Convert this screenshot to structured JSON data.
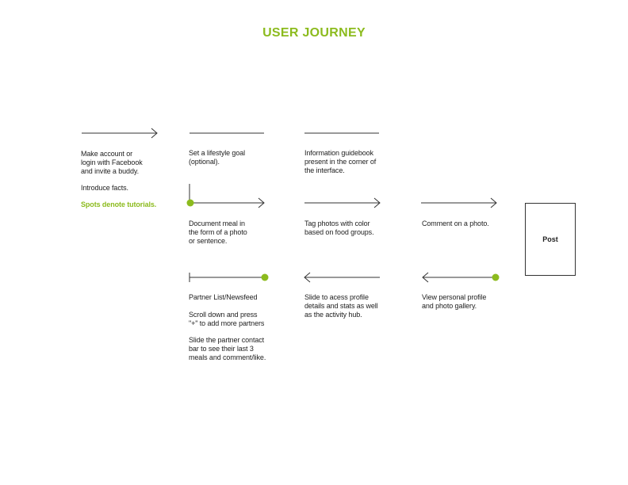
{
  "title": "USER JOURNEY",
  "colors": {
    "accent": "#8cbb1e",
    "line": "#333333",
    "text": "#222222"
  },
  "steps": {
    "make_account": "Make account or\nlogin with Facebook\nand invite a buddy.",
    "introduce_facts": "Introduce facts.",
    "spots_tutorials": "Spots denote tutorials.",
    "lifestyle_goal": "Set a lifestyle goal\n(optional).",
    "guidebook": "Information guidebook\npresent in the corner of\nthe interface.",
    "document_meal": "Document meal in\nthe form of a photo\nor sentence.",
    "tag_photos": "Tag photos with color\nbased on food groups.",
    "comment_photo": "Comment on a photo.",
    "post": "Post",
    "partner_list": "Partner List/Newsfeed",
    "scroll_down": "Scroll down and press\n\"+\" to add more partners",
    "slide_partner": "Slide the partner contact\nbar to see their last 3\nmeals and comment/like.",
    "slide_profile": "Slide to acess profile\ndetails and stats as well\nas the activity hub.",
    "view_profile": "View personal profile\nand photo gallery."
  }
}
